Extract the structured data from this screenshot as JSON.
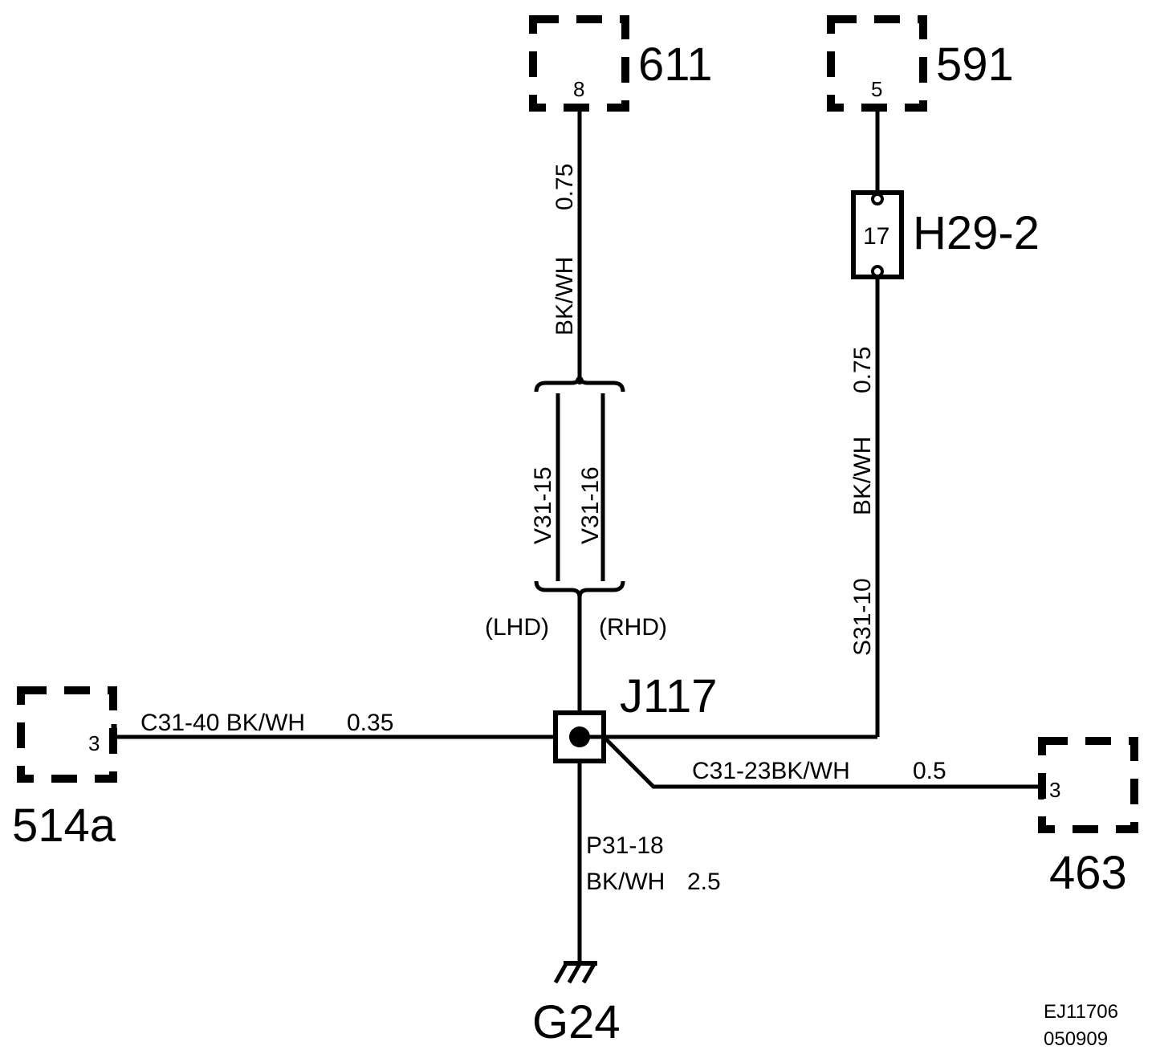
{
  "components": {
    "c611": {
      "label": "611",
      "pin": "8"
    },
    "c591": {
      "label": "591",
      "pin": "5"
    },
    "c514a": {
      "label": "514a",
      "pin": "3"
    },
    "c463": {
      "label": "463",
      "pin": "3"
    },
    "h29": {
      "label": "H29-2",
      "pin": "17"
    },
    "j117": {
      "label": "J117"
    },
    "g24": {
      "label": "G24"
    }
  },
  "wires": {
    "w611_color": "BK/WH",
    "w611_size": "0.75",
    "v31_15": "V31-15",
    "v31_16": "V31-16",
    "lhd": "(LHD)",
    "rhd": "(RHD)",
    "s31_color": "BK/WH",
    "s31_size": "0.75",
    "s31_id": "S31-10",
    "c31_40": "C31-40 BK/WH",
    "c31_40_size": "0.35",
    "c31_23": "C31-23BK/WH",
    "c31_23_size": "0.5",
    "p31_18": "P31-18",
    "p31_18_spec": "BK/WH",
    "p31_18_size": "2.5"
  },
  "footer": {
    "ref": "EJ11706",
    "date": "050909"
  }
}
